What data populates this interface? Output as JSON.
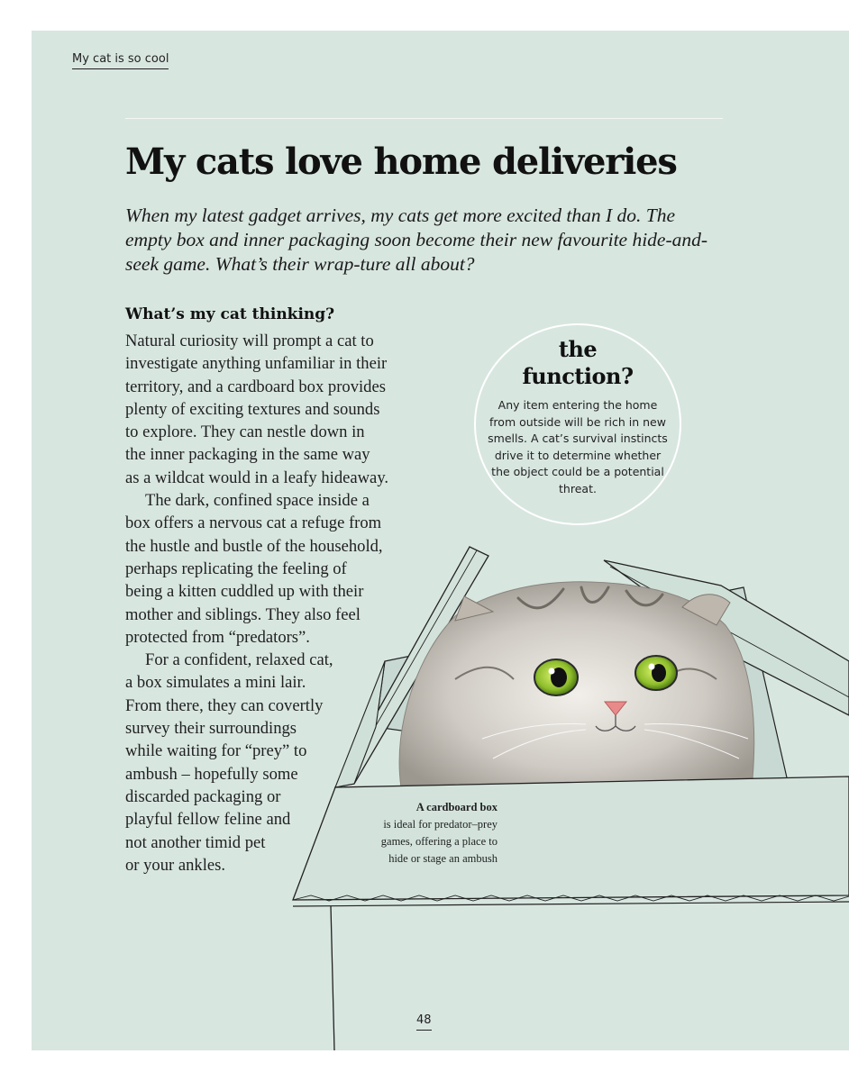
{
  "running_head": "My cat is so cool",
  "title": "My cats love home deliveries",
  "standfirst": "When my latest gadget arrives, my cats get more excited than I do. The empty box and inner packaging soon become their new favourite hide-and-seek game. What’s their wrap-ture all about?",
  "section": {
    "subhead": "What’s my cat thinking?",
    "lines": [
      "Natural curiosity will prompt a cat to",
      "investigate anything unfamiliar in their",
      "territory, and a cardboard box provides",
      "plenty of exciting textures and sounds",
      "to explore. They can nestle down in",
      "the inner packaging in the same way",
      "as a wildcat would in a leafy hideaway.",
      "The dark, confined space inside a",
      "box offers a nervous cat a refuge from",
      "the hustle and bustle of the household,",
      "perhaps replicating the feeling of",
      "being a kitten cuddled up with their",
      "mother and siblings. They also feel",
      "protected from “predators”.",
      "For a confident, relaxed cat,",
      "a box simulates a mini lair.",
      "From there, they can covertly",
      "survey their surroundings",
      "while waiting for “prey” to",
      "ambush – hopefully some",
      "discarded packaging or",
      "playful fellow feline and",
      "not another timid pet",
      "or your ankles."
    ]
  },
  "function_callout": {
    "heading_line1": "the",
    "heading_line2": "function?",
    "body": "Any item entering the home from outside will be rich in new smells. A cat’s survival instincts drive it to determine whether the object could be a potential threat."
  },
  "caption": {
    "bold": "A cardboard box",
    "lines": [
      "is ideal for predator–prey",
      "games, offering a place to",
      "hide or stage an ambush"
    ]
  },
  "page_number": "48",
  "colors": {
    "page_background": "#d8e6e0",
    "outline": "#222222",
    "cat_eyes": "#8fbe2c",
    "cat_nose": "#e88a8a"
  },
  "illustration": {
    "subject": "watercolour grey cat peeking out of an open cardboard box",
    "icon": "cat-in-box-illustration"
  }
}
